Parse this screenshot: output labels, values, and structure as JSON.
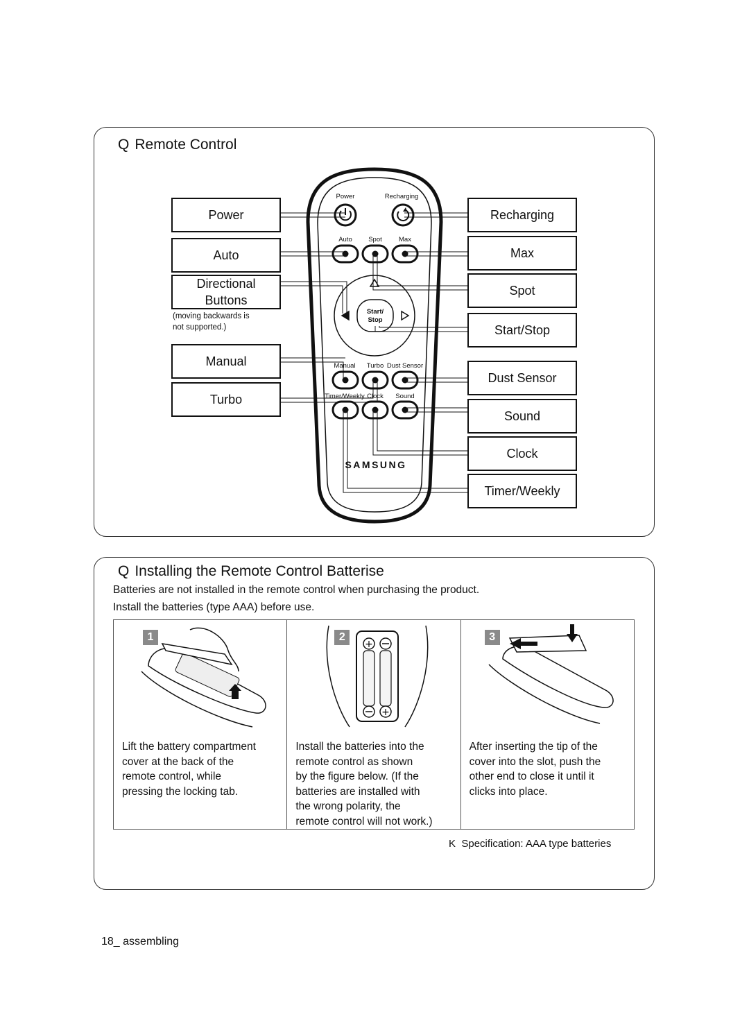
{
  "remote": {
    "title_bullet": "Q",
    "title": "Remote Control",
    "left_labels": [
      "Power",
      "Auto",
      "Directional\nButtons",
      "Manual",
      "Turbo"
    ],
    "right_labels": [
      "Recharging",
      "Max",
      "Spot",
      "Start/Stop",
      "Dust Sensor",
      "Sound",
      "Clock",
      "Timer/Weekly"
    ],
    "directional_note": "(moving backwards is\nnot supported.)",
    "device": {
      "top_labels": [
        "Power",
        "Recharging"
      ],
      "row1_labels": [
        "Auto",
        "Spot",
        "Max"
      ],
      "center_label": "Start/\nStop",
      "row2_labels": [
        "Manual",
        "Turbo",
        "Dust Sensor"
      ],
      "row3_labels": [
        "Timer/Weekly",
        "Clock",
        "Sound"
      ],
      "brand": "SAMSUNG"
    }
  },
  "batteries": {
    "title_bullet": "Q",
    "title": "Installing the Remote Control Batterise",
    "intro_line1": "Batteries are not installed in the remote control when purchasing the product.",
    "intro_line2": "Install the batteries (type AAA) before use.",
    "steps": [
      {
        "number": "1",
        "text": "Lift the battery compartment\ncover at the back of the\nremote control, while\npressing the locking tab."
      },
      {
        "number": "2",
        "text": "Install the batteries into the\nremote control as shown\nby the figure below. (If the\nbatteries are installed with\nthe wrong polarity, the\nremote control will not work.)"
      },
      {
        "number": "3",
        "text": "After inserting the tip of the\ncover into the slot, push the\nother end to close it until it\nclicks into place."
      }
    ],
    "spec_bullet": "K",
    "spec": "Specification: AAA type batteries"
  },
  "footer": "18_ assembling"
}
